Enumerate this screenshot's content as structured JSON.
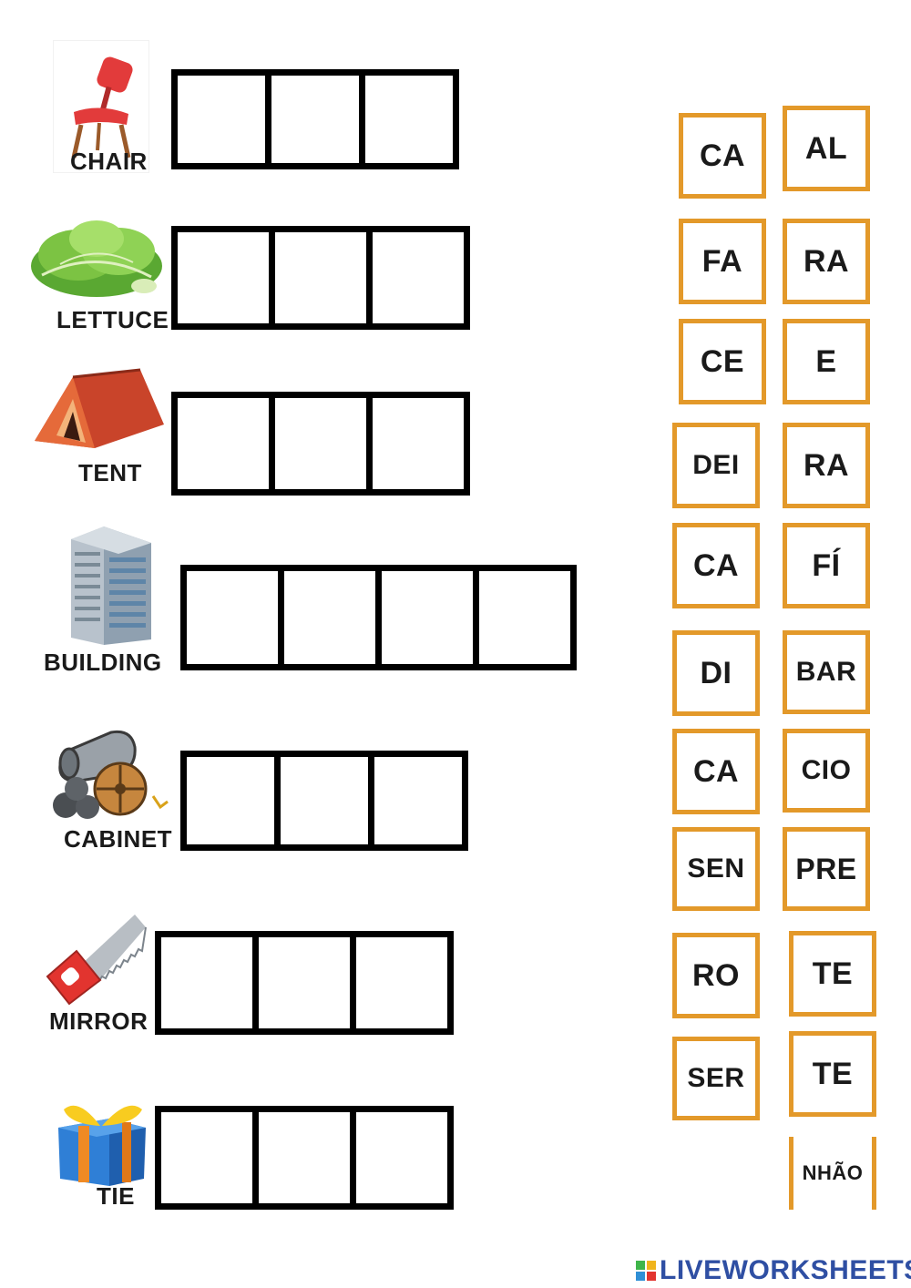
{
  "words": [
    {
      "label": "CHAIR",
      "icon": "chair-icon",
      "slots": 3
    },
    {
      "label": "LETTUCE",
      "icon": "lettuce-icon",
      "slots": 3
    },
    {
      "label": "TENT",
      "icon": "tent-icon",
      "slots": 3
    },
    {
      "label": "BUILDING",
      "icon": "building-icon",
      "slots": 4
    },
    {
      "label": "CABINET",
      "icon": "cannon-icon",
      "slots": 3
    },
    {
      "label": "MIRROR",
      "icon": "saw-icon",
      "slots": 3
    },
    {
      "label": "TIE",
      "icon": "gift-icon",
      "slots": 3
    }
  ],
  "tiles": {
    "left": [
      "CA",
      "FA",
      "CE",
      "DEI",
      "CA",
      "DI",
      "CA",
      "SEN",
      "RO",
      "SER"
    ],
    "right": [
      "AL",
      "RA",
      "E",
      "RA",
      "FÍ",
      "BAR",
      "CIO",
      "PRE",
      "TE",
      "TE",
      "NHÃO"
    ]
  },
  "brand": {
    "name": "LIVEWORKSHEETS"
  },
  "colors": {
    "tile_border": "#e3992a",
    "box_border": "#000000",
    "brand": "#2f4fa3"
  }
}
